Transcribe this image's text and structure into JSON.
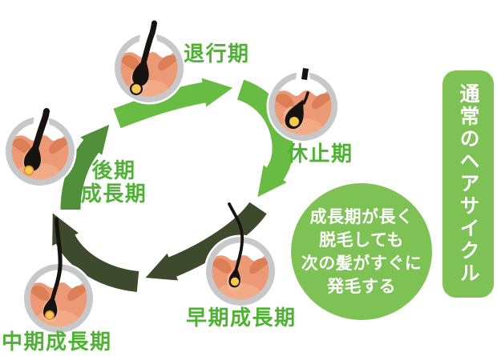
{
  "banner": {
    "label": "通常のヘアサイクル",
    "bg_color": "#7ec155",
    "text_color": "#ffffff"
  },
  "note_circle": {
    "lines": [
      "成長期が長く",
      "脱毛しても",
      "次の髪がすぐに",
      "発毛する"
    ],
    "bg_color": "#7ec155",
    "text_color": "#ffffff"
  },
  "stage_labels": {
    "taikoki": "退行期",
    "kyushiki": "休止期",
    "koki_line1": "後期",
    "koki_line2": "成長期",
    "soki": "早期成長期",
    "chuki": "中期成長期"
  },
  "colors": {
    "label_green": "#4fb235",
    "arrow_bright": "#69bc43",
    "arrow_medium": "#51903a",
    "arrow_dark": "#3d4b2c",
    "panel_green": "#7ec155",
    "ring_gray": "#c7c8c9",
    "skin_base": "#eb9a75",
    "skin_dark": "#dc7e56",
    "skin_light": "#f2ab87",
    "hair_black": "#171310",
    "papilla_yellow": "#f7c94f"
  }
}
